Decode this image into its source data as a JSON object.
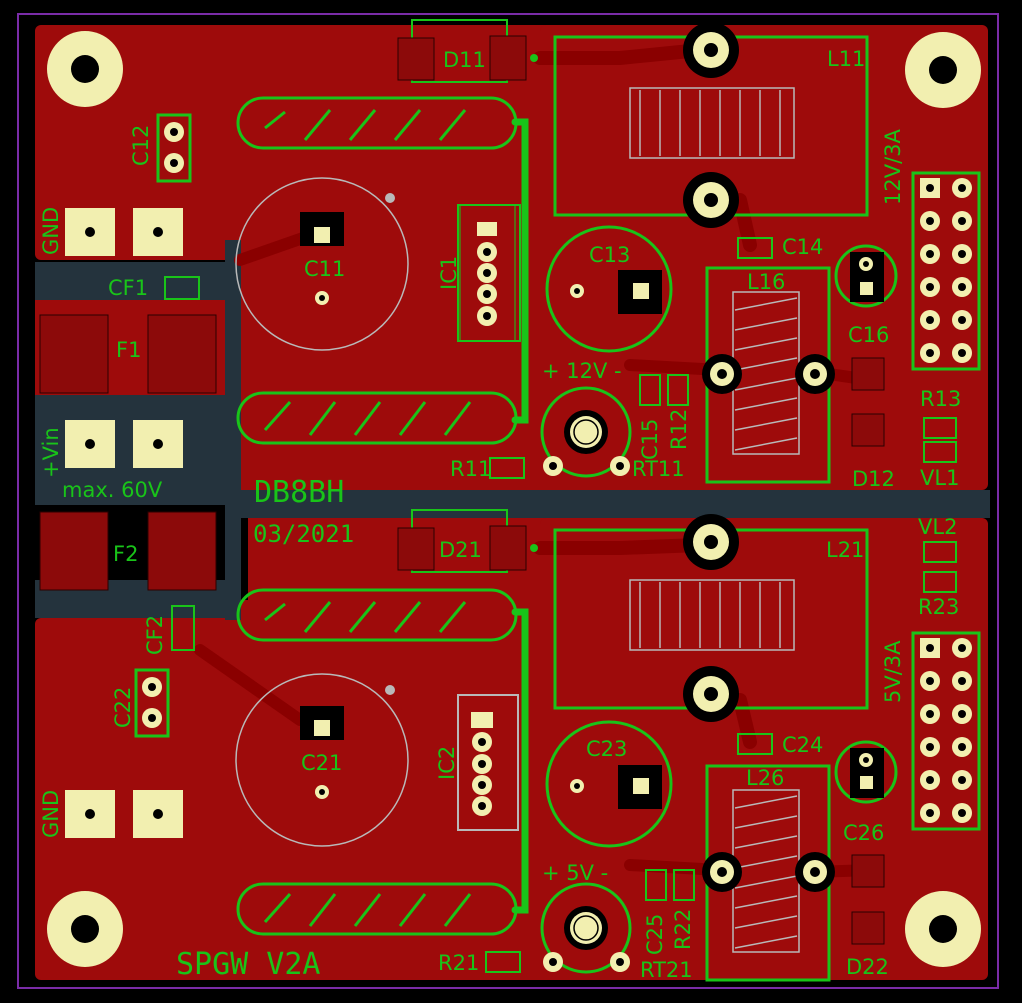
{
  "board": {
    "author": "DB8BH",
    "date": "03/2021",
    "project": "SPGW V2A",
    "input_label": "+Vin",
    "input_max": "max. 60V",
    "colors": {
      "copper": "#9e0b0b",
      "silk": "#19c419",
      "pad": "#f2efb0",
      "substrate": "#24333d",
      "outline": "#7a2ca8"
    }
  },
  "labels": {
    "gnd_top": "GND",
    "gnd_bottom": "GND",
    "cf1": "CF1",
    "cf2": "CF2",
    "f1": "F1",
    "f2": "F2",
    "c11": "C11",
    "c12": "C12",
    "c13": "C13",
    "c14": "C14",
    "c15": "C15",
    "c16": "C16",
    "c21": "C21",
    "c22": "C22",
    "c23": "C23",
    "c24": "C24",
    "c25": "C25",
    "c26": "C26",
    "d11": "D11",
    "d12": "D12",
    "d21": "D21",
    "d22": "D22",
    "ic1": "IC1",
    "ic2": "IC2",
    "l11": "L11",
    "l16": "L16",
    "l21": "L21",
    "l26": "L26",
    "r11": "R11",
    "r12": "R12",
    "r13": "R13",
    "r21": "R21",
    "r22": "R22",
    "r23": "R23",
    "rt11": "RT11",
    "rt21": "RT21",
    "vl1": "VL1",
    "vl2": "VL2",
    "out1": "12V/3A",
    "out2": "5V/3A",
    "adj1": "+ 12V -",
    "adj2": "+ 5V -"
  }
}
